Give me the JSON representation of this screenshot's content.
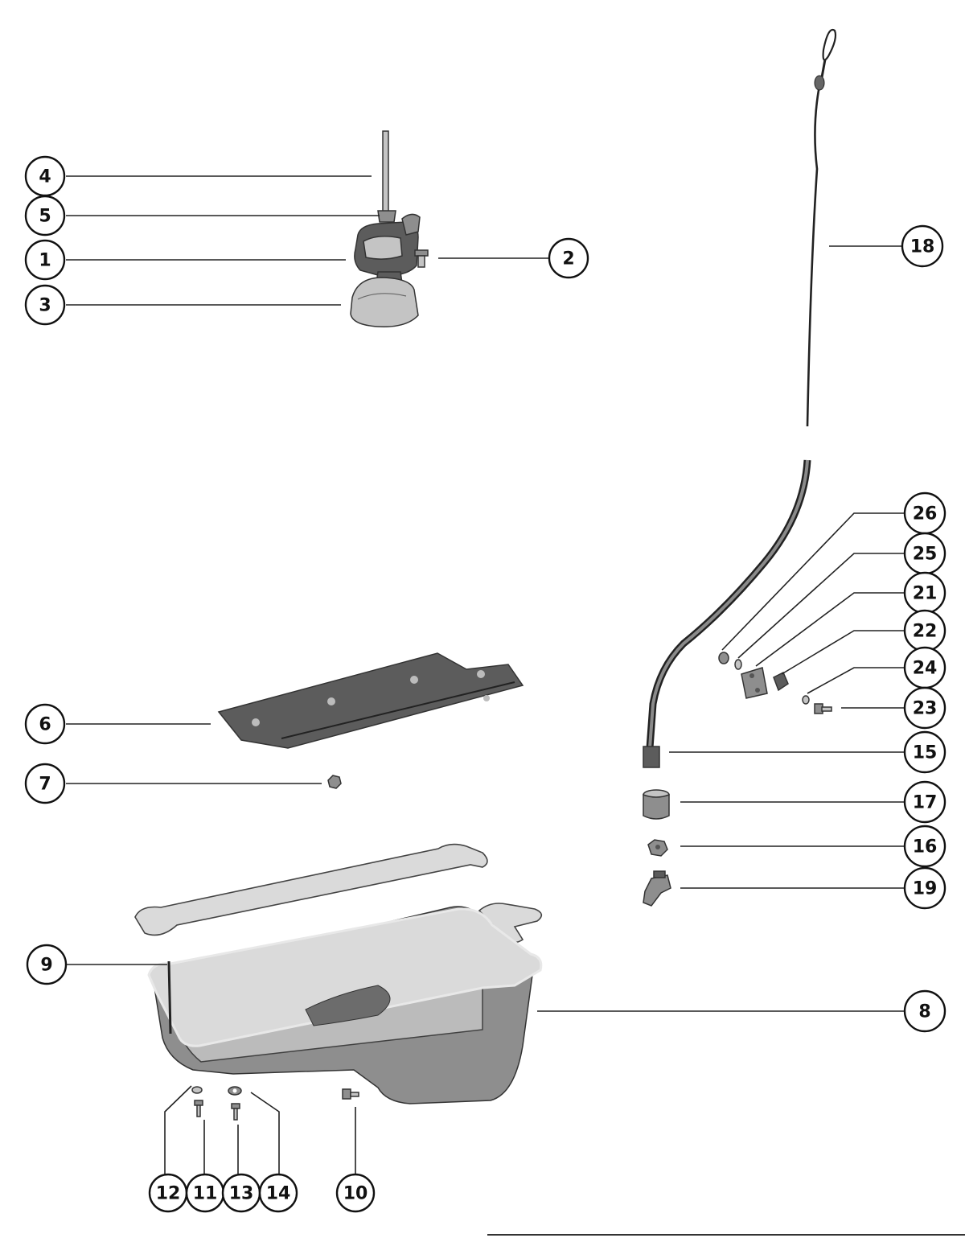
{
  "callouts": [
    {
      "label": "4"
    },
    {
      "label": "5"
    },
    {
      "label": "1"
    },
    {
      "label": "2"
    },
    {
      "label": "3"
    },
    {
      "label": "18"
    },
    {
      "label": "26"
    },
    {
      "label": "25"
    },
    {
      "label": "21"
    },
    {
      "label": "22"
    },
    {
      "label": "24"
    },
    {
      "label": "23"
    },
    {
      "label": "6"
    },
    {
      "label": "15"
    },
    {
      "label": "7"
    },
    {
      "label": "17"
    },
    {
      "label": "16"
    },
    {
      "label": "19"
    },
    {
      "label": "9"
    },
    {
      "label": "8"
    },
    {
      "label": "12"
    },
    {
      "label": "11"
    },
    {
      "label": "13"
    },
    {
      "label": "14"
    },
    {
      "label": "10"
    }
  ]
}
